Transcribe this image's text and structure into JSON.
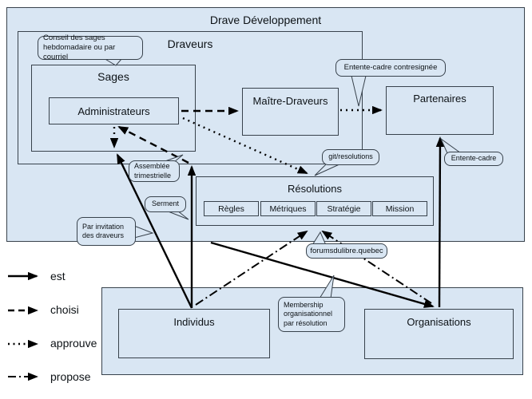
{
  "diagram": {
    "title": "Drave Développement",
    "boxes": {
      "draveurs": "Draveurs",
      "sages": "Sages",
      "administrateurs": "Administrateurs",
      "maitre_draveurs": "Maître-Draveurs",
      "partenaires": "Partenaires",
      "resolutions": "Résolutions",
      "individus": "Individus",
      "organisations": "Organisations"
    },
    "resolution_items": [
      "Règles",
      "Métriques",
      "Stratégie",
      "Mission"
    ],
    "callouts": {
      "conseil": "Conseil des sages hebdomadaire ou par courriel",
      "entente_contresignee": "Entente-cadre contresignée",
      "git": "git/resolutions",
      "entente": "Entente-cadre",
      "assemblee": "Assemblée trimestrielle",
      "serment": "Serment",
      "invitation": "Par invitation des draveurs",
      "forums": "forumsdulibre.quebec",
      "membership": "Membership organisationnel par résolution"
    },
    "legend": [
      {
        "style": "solid",
        "label": "est"
      },
      {
        "style": "dashed",
        "label": "choisi"
      },
      {
        "style": "dotted",
        "label": "approuve"
      },
      {
        "style": "dashdot",
        "label": "propose"
      }
    ],
    "colors": {
      "box_fill": "#d9e6f3",
      "box_border": "#38424c",
      "arrow": "#000000",
      "page_bg": "#ffffff"
    }
  }
}
